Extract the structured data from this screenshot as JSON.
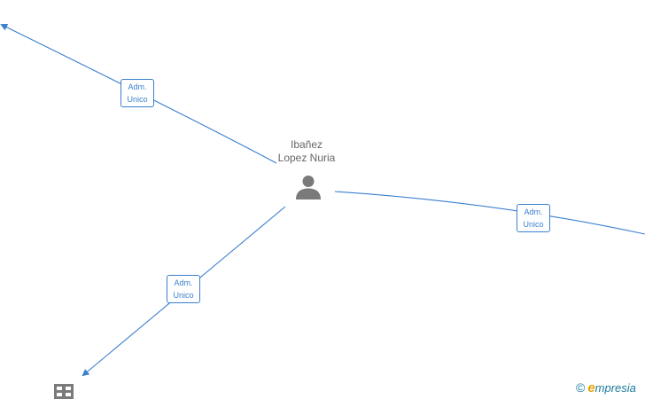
{
  "center_node": {
    "line1": "Ibañez",
    "line2": "Lopez Nuria",
    "icon": "person-icon"
  },
  "edges": [
    {
      "line1": "Adm.",
      "line2": "Unico"
    },
    {
      "line1": "Adm.",
      "line2": "Unico"
    },
    {
      "line1": "Adm.",
      "line2": "Unico"
    }
  ],
  "company_icon": "building-icon",
  "brand": {
    "copyright": "©",
    "e": "e",
    "rest": "mpresia"
  },
  "colors": {
    "edge": "#3a7fcf",
    "node_label": "#666666",
    "icon": "#7a7a7a"
  }
}
